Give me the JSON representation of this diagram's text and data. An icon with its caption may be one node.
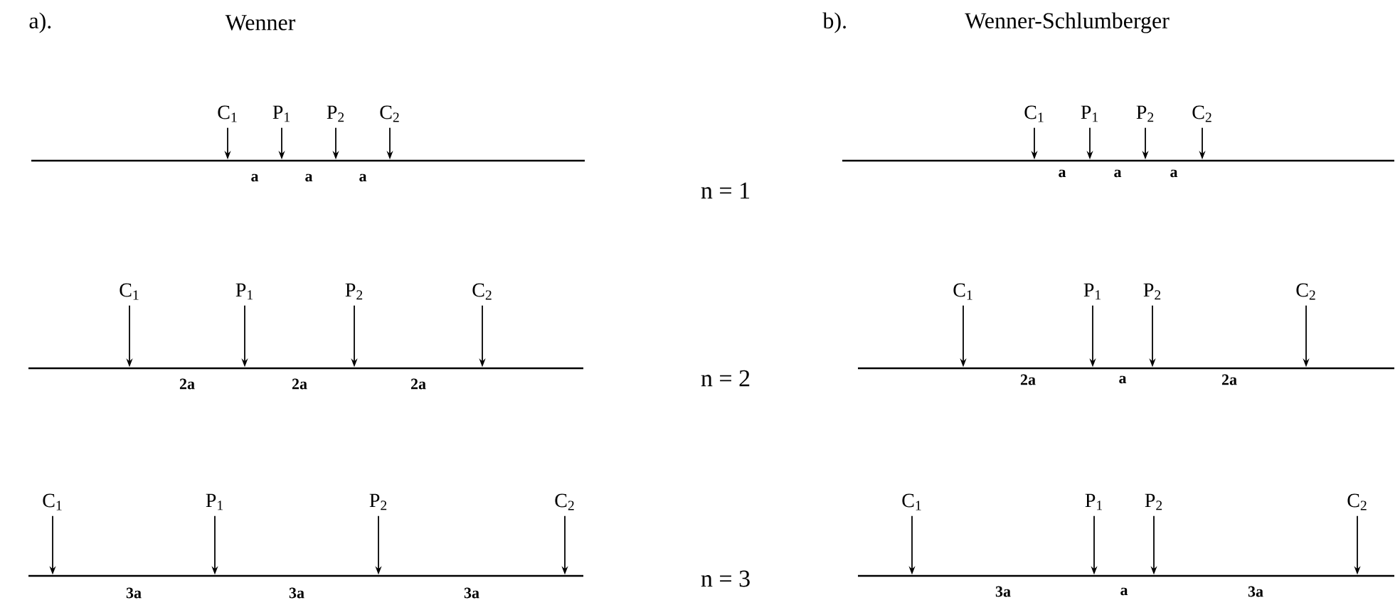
{
  "diagram": {
    "nodes": [
      {
        "text": [
          "C$_{1}$"
        ]
      },
      {
        "text": [
          "P$_{1}$"
        ]
      },
      {
        "text": [
          "P$_{2}$"
        ]
      },
      {
        "text": [
          "C$_{2}$"
        ]
      },
      {
        "text": [],
        "shape": "bar"
      },
      {
        "text": [
          "C$_{1}$"
        ]
      },
      {
        "text": [
          "P$_{1}$"
        ]
      },
      {
        "text": [
          "P$_{2}$"
        ]
      },
      {
        "text": [
          "C$_{2}$"
        ]
      },
      {
        "text": [],
        "shape": "bar"
      },
      {
        "text": [
          "C$_{1}$"
        ]
      },
      {
        "text": [
          "P$_{1}$"
        ]
      },
      {
        "text": [
          "P$_{2}$"
        ]
      },
      {
        "text": [
          "C$_{2}$"
        ]
      },
      {
        "text": [],
        "shape": "bar"
      },
      {
        "text": [
          "C$_{1}$"
        ]
      },
      {
        "text": [
          "P$_{1}$"
        ]
      },
      {
        "text": [
          "P$_{2}$"
        ]
      },
      {
        "text": [
          "C$_{2}$"
        ]
      },
      {
        "text": [],
        "shape": "bar"
      },
      {
        "text": [
          "C$_{1}$"
        ]
      },
      {
        "text": [
          "P$_{1}$"
        ]
      },
      {
        "text": [
          "P$_{2}$"
        ]
      },
      {
        "text": [
          "C$_{2}$"
        ]
      },
      {
        "text": [],
        "shape": "bar"
      },
      {
        "text": [
          "C$_{1}$"
        ]
      },
      {
        "text": [
          "P$_{1}$"
        ]
      },
      {
        "text": [
          "P$_{2}$"
        ]
      },
      {
        "text": [
          "C$_{2}$"
        ]
      },
      {
        "text": [],
        "shape": "bar"
      }
    ],
    "edges": [
      {
        "from": 0,
        "to": 4,
        "arrow": "to"
      },
      {
        "from": 1,
        "to": 4,
        "arrow": "to"
      },
      {
        "from": 2,
        "to": 4,
        "arrow": "to"
      },
      {
        "from": 3,
        "to": 4,
        "arrow": "to"
      },
      {
        "from": 5,
        "to": 9,
        "arrow": "to"
      },
      {
        "from": 6,
        "to": 9,
        "arrow": "to"
      },
      {
        "from": 7,
        "to": 9,
        "arrow": "to"
      },
      {
        "from": 8,
        "to": 9,
        "arrow": "to"
      },
      {
        "from": 10,
        "to": 14,
        "arrow": "to"
      },
      {
        "from": 11,
        "to": 14,
        "arrow": "to"
      },
      {
        "from": 12,
        "to": 14,
        "arrow": "to"
      },
      {
        "from": 13,
        "to": 14,
        "arrow": "to"
      },
      {
        "from": 15,
        "to": 19,
        "arrow": "to"
      },
      {
        "from": 16,
        "to": 19,
        "arrow": "to"
      },
      {
        "from": 17,
        "to": 19,
        "arrow": "to"
      },
      {
        "from": 18,
        "to": 19,
        "arrow": "to"
      },
      {
        "from": 20,
        "to": 24,
        "arrow": "to"
      },
      {
        "from": 21,
        "to": 24,
        "arrow": "to"
      },
      {
        "from": 22,
        "to": 24,
        "arrow": "to"
      },
      {
        "from": 23,
        "to": 24,
        "arrow": "to"
      },
      {
        "from": 25,
        "to": 29,
        "arrow": "to"
      },
      {
        "from": 26,
        "to": 29,
        "arrow": "to"
      },
      {
        "from": 27,
        "to": 29,
        "arrow": "to"
      },
      {
        "from": 28,
        "to": 29,
        "arrow": "to"
      }
    ],
    "labels": [
      "a).",
      "Wenner",
      "b).",
      "Wenner-Schlumberger",
      "a",
      "a",
      "a",
      "n = 1",
      "a",
      "a",
      "a",
      "2a",
      "2a",
      "2a",
      "n = 2",
      "2a",
      "a",
      "2a",
      "3a",
      "3a",
      "3a",
      "n = 3",
      "3a",
      "a",
      "3a"
    ]
  }
}
